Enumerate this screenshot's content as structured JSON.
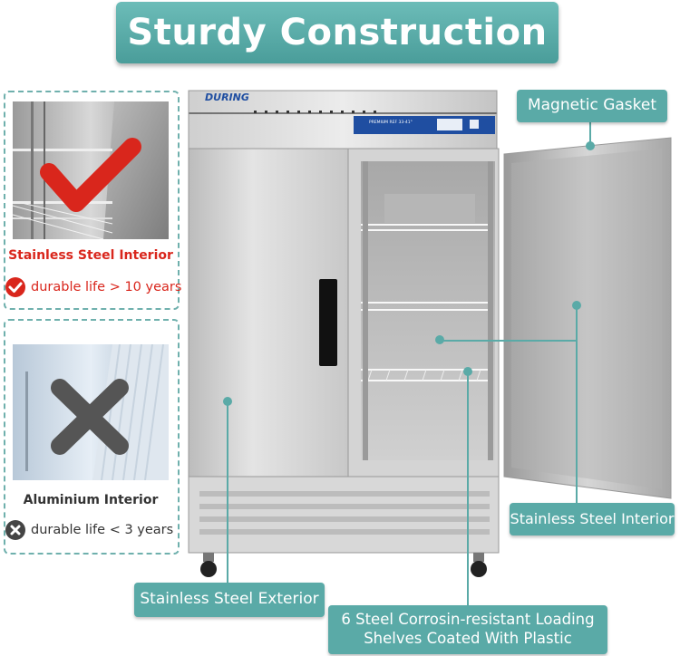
{
  "title": "Sturdy Construction",
  "brand": "DURING",
  "controller_text": "PREMIUM REF 33-41°",
  "left_panel": {
    "good": {
      "label": "Stainless Steel Interior",
      "life": "durable life > 10 years",
      "mark_color": "#d9261c"
    },
    "bad": {
      "label": "Aluminium Interior",
      "life": "durable life < 3 years",
      "mark_color": "#555555"
    }
  },
  "callouts": {
    "gasket": "Magnetic Gasket",
    "interior": "Stainless Steel Interior",
    "exterior": "Stainless Steel Exterior",
    "shelves_line1": "6 Steel Corrosin-resistant Loading",
    "shelves_line2": "Shelves Coated With Plastic"
  },
  "colors": {
    "accent": "#5aaaa7",
    "good": "#d9261c",
    "bad": "#555555"
  }
}
